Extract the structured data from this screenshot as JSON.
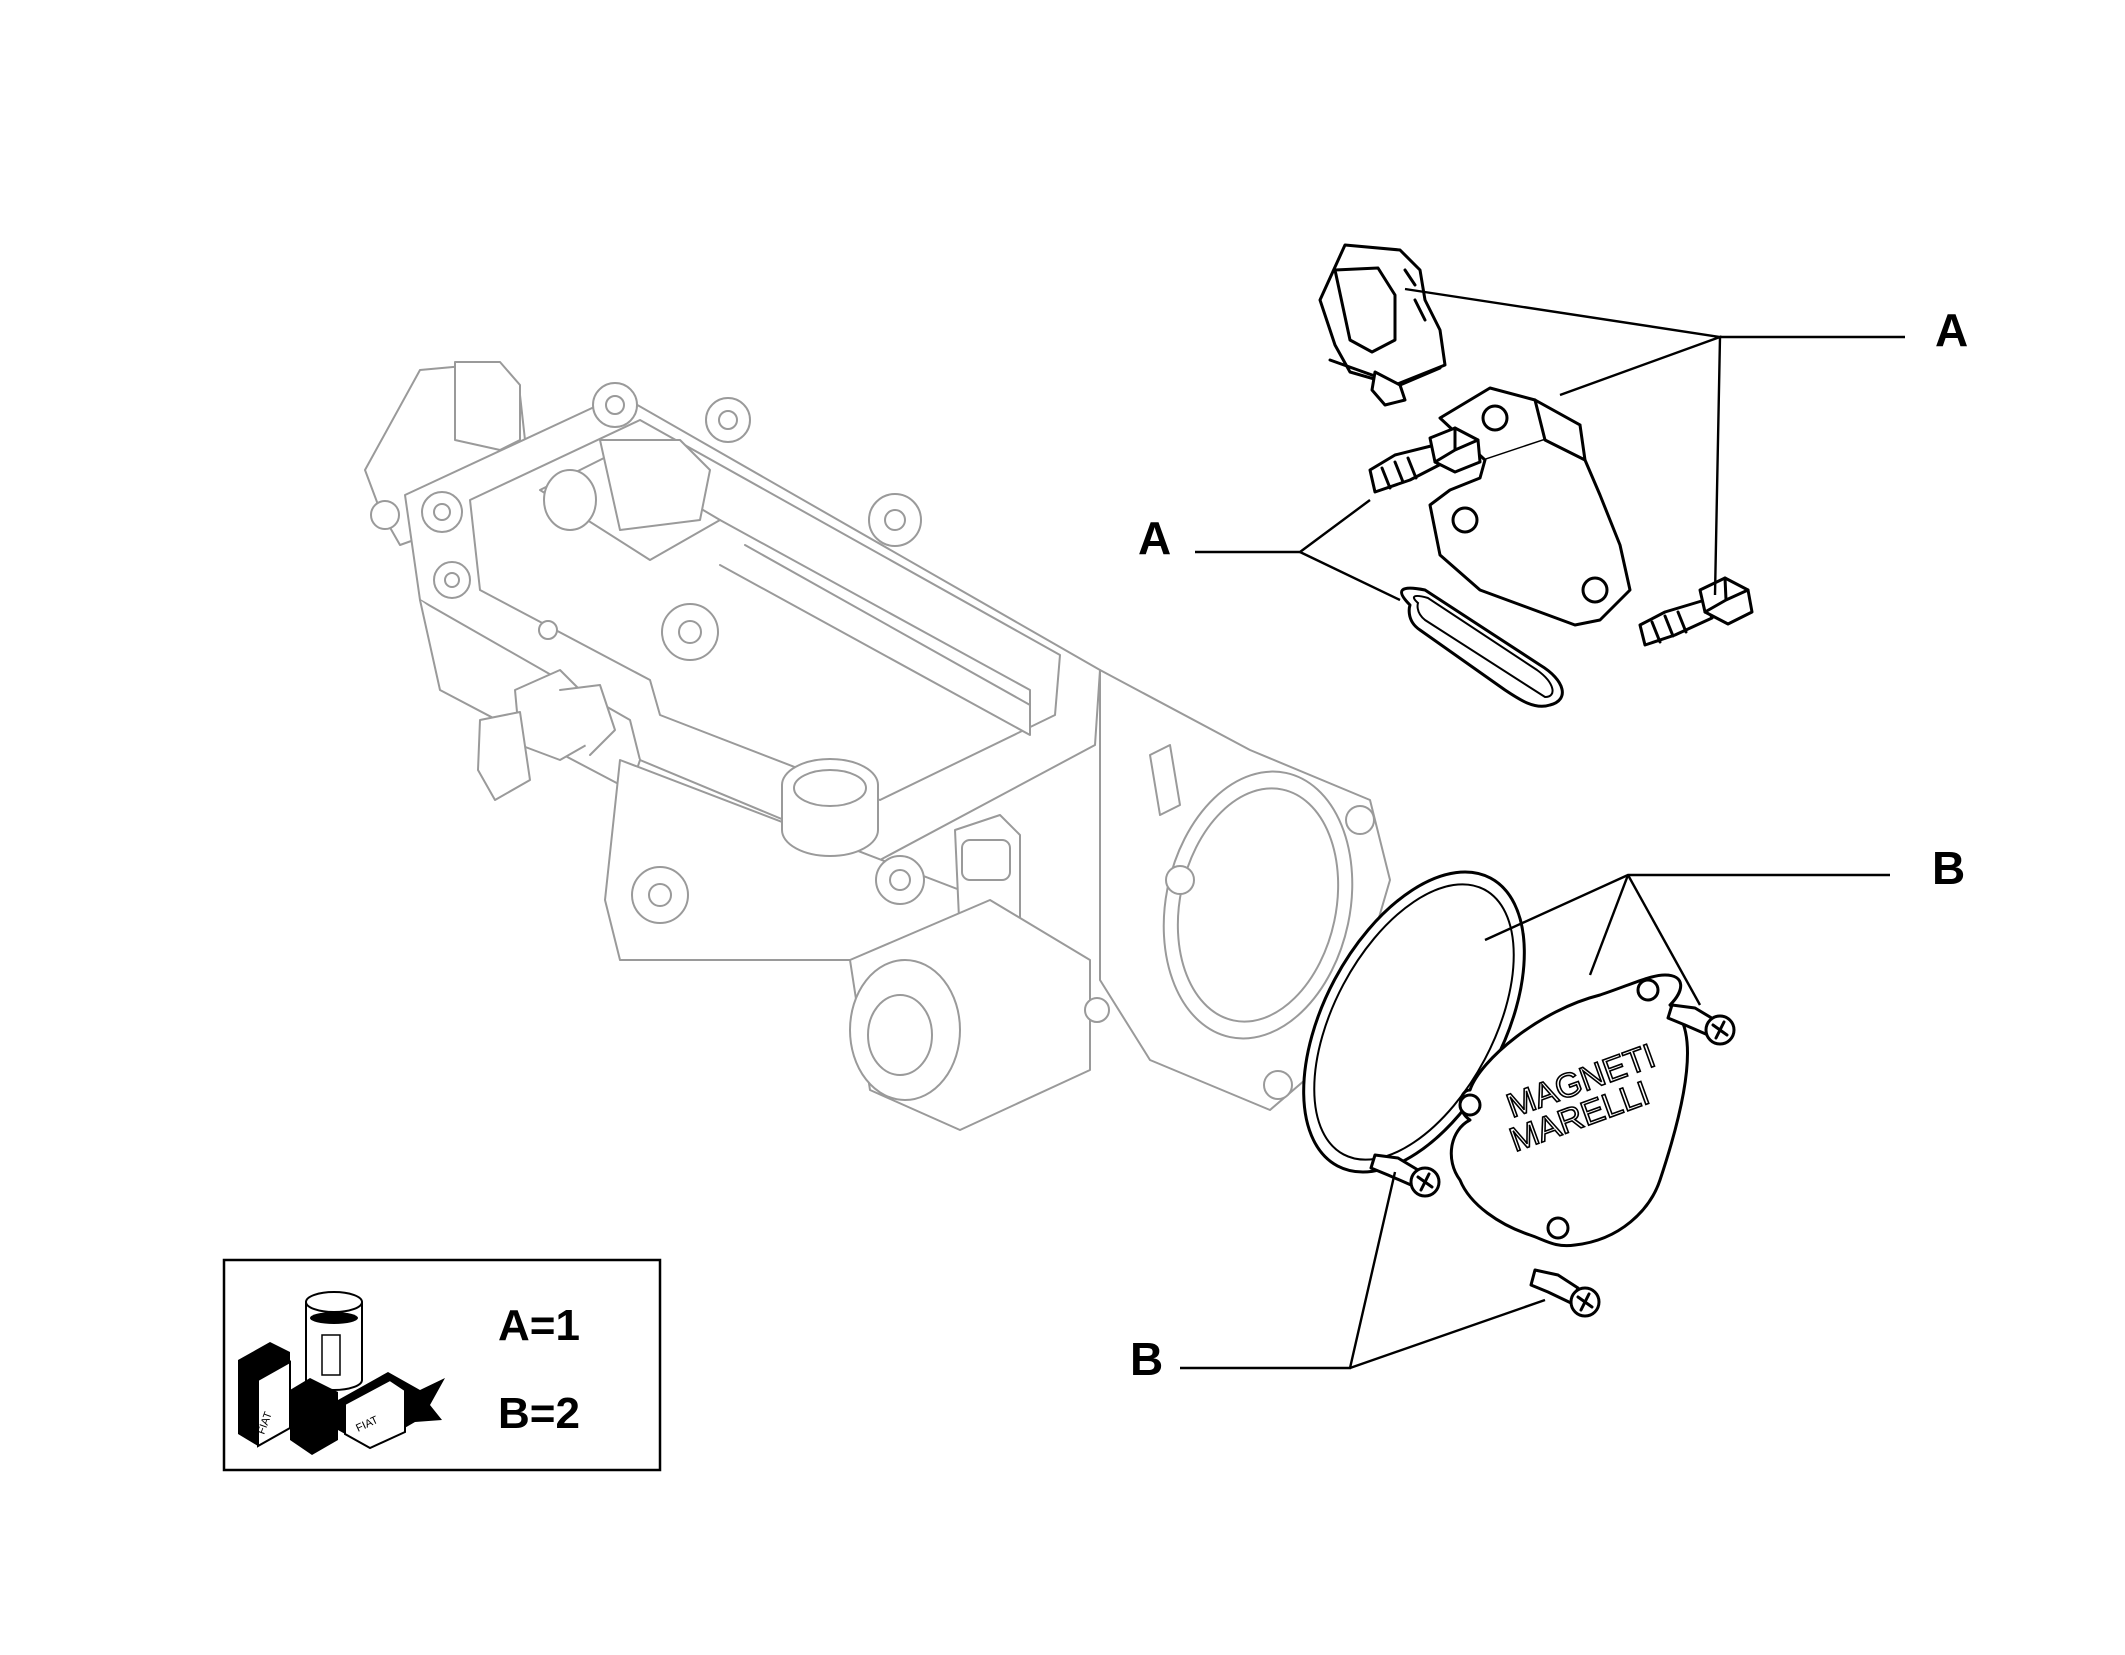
{
  "callouts": {
    "a_top": "A",
    "a_left": "A",
    "b_top": "B",
    "b_bottom": "B"
  },
  "legend": {
    "entry_a": "A=1",
    "entry_b": "B=2"
  },
  "cover_plate": {
    "embossed_line1": "MAGNETI",
    "embossed_line2": "MARELLI"
  },
  "kit_icon": {
    "box_left_label": "FIAT",
    "box_right_label": "FIAT"
  },
  "colors": {
    "ink": "#000000",
    "ghost_outline": "#9a9a9a",
    "background": "#ffffff"
  }
}
